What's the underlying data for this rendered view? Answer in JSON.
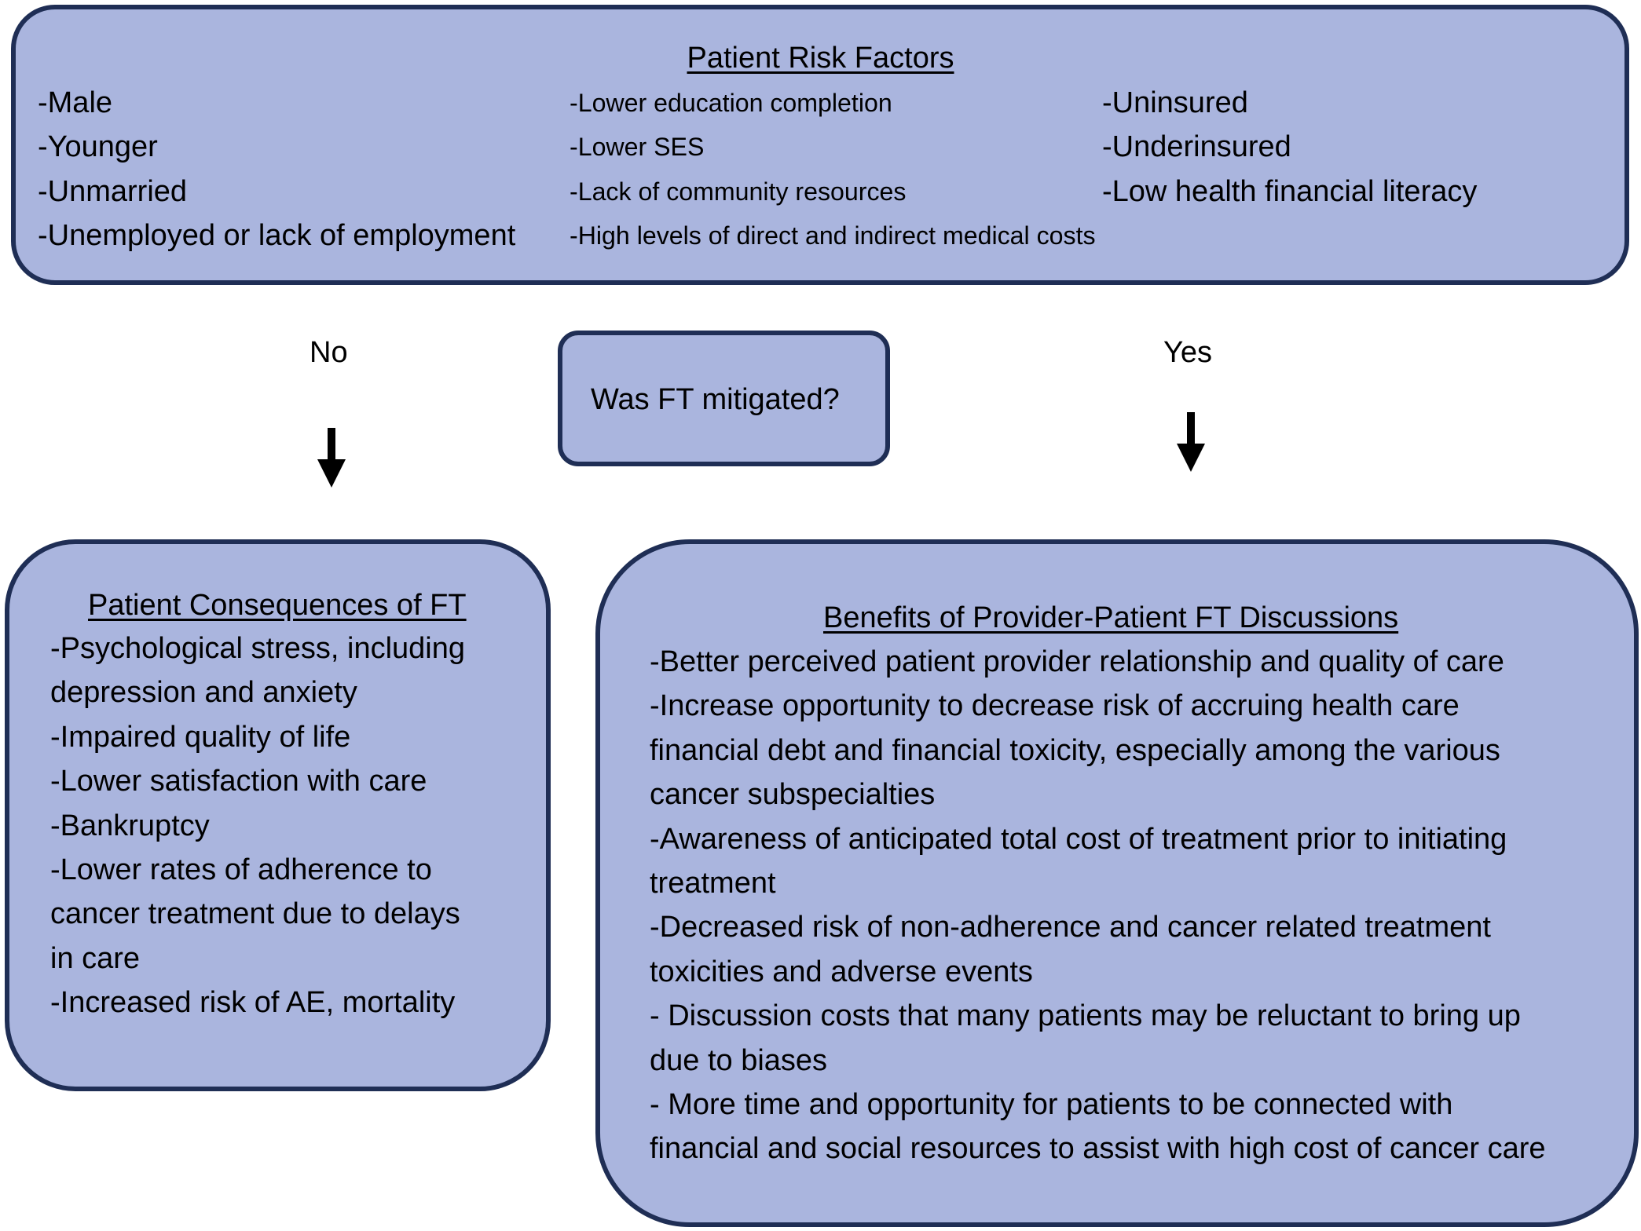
{
  "risk_factors": {
    "title": "Patient Risk Factors",
    "column_1": [
      "-Male",
      "-Younger",
      "-Unmarried",
      "-Unemployed or lack of employment"
    ],
    "column_2": [
      "-Lower education completion",
      "-Lower SES",
      "-Lack of community resources",
      "-High levels of direct and indirect medical costs"
    ],
    "column_3": [
      "-Uninsured",
      "-Underinsured",
      "-Low health financial literacy"
    ]
  },
  "decision": {
    "question": "Was FT mitigated?",
    "no_label": "No",
    "yes_label": "Yes"
  },
  "consequences": {
    "title": "Patient Consequences of FT",
    "lines": [
      "-Psychological stress, including",
      "depression and anxiety",
      "-Impaired quality of life",
      "-Lower satisfaction with care",
      "-Bankruptcy",
      "-Lower rates of adherence to",
      "cancer treatment due to delays",
      "in care",
      "-Increased risk of AE, mortality"
    ]
  },
  "benefits": {
    "title": "Benefits of Provider-Patient FT Discussions",
    "lines": [
      "-Better perceived patient provider relationship and quality of care",
      "-Increase opportunity to decrease risk of accruing health care",
      "financial debt and financial toxicity, especially among the various",
      "cancer subspecialties",
      "-Awareness of anticipated total cost of treatment prior to initiating",
      "treatment",
      "-Decreased risk of non-adherence and cancer related treatment",
      "toxicities and adverse events",
      "- Discussion costs that many patients may be reluctant to bring up",
      "due to biases",
      "- More time and opportunity for patients to be connected with",
      "financial and social resources to assist with high cost of cancer care"
    ]
  },
  "colors": {
    "box_fill": "#aab5de",
    "box_border": "#1f2e55",
    "arrow": "#000000"
  }
}
